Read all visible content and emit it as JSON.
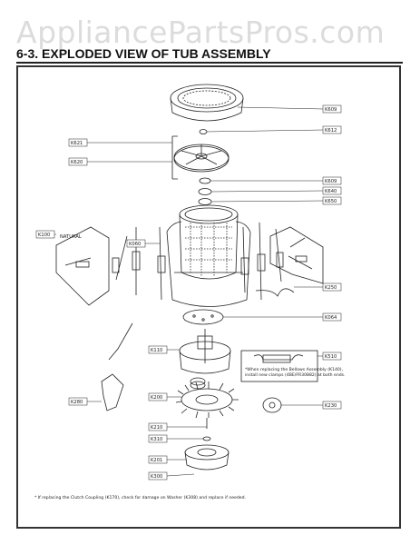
{
  "watermark": "AppliancePartsPros.com",
  "title": "6-3. EXPLODED VIEW OF TUB ASSEMBLY",
  "labels": {
    "k609": "K609",
    "k612": "K612",
    "k621": "K621",
    "k620": "K620",
    "k609b": "K609",
    "k640": "K640",
    "k650": "K650",
    "k100": "K100",
    "natural": "NATURAL",
    "k060": "K060",
    "k250": "K250",
    "k064": "K064",
    "k110": "K110",
    "k510": "K510",
    "k200": "K200",
    "k280": "K280",
    "k230": "K230",
    "k210": "K210",
    "k310": "K310",
    "k201": "K201",
    "k300": "K300"
  },
  "notes": {
    "bellows_1": "*When replacing the Bellows Assembly (K140),",
    "bellows_2": "install new clamps (4BE/FR30882) at both ends.",
    "footer": "* If replacing the Clutch Coupling (K170), check for damage on Washer (K308) and replace if needed."
  }
}
